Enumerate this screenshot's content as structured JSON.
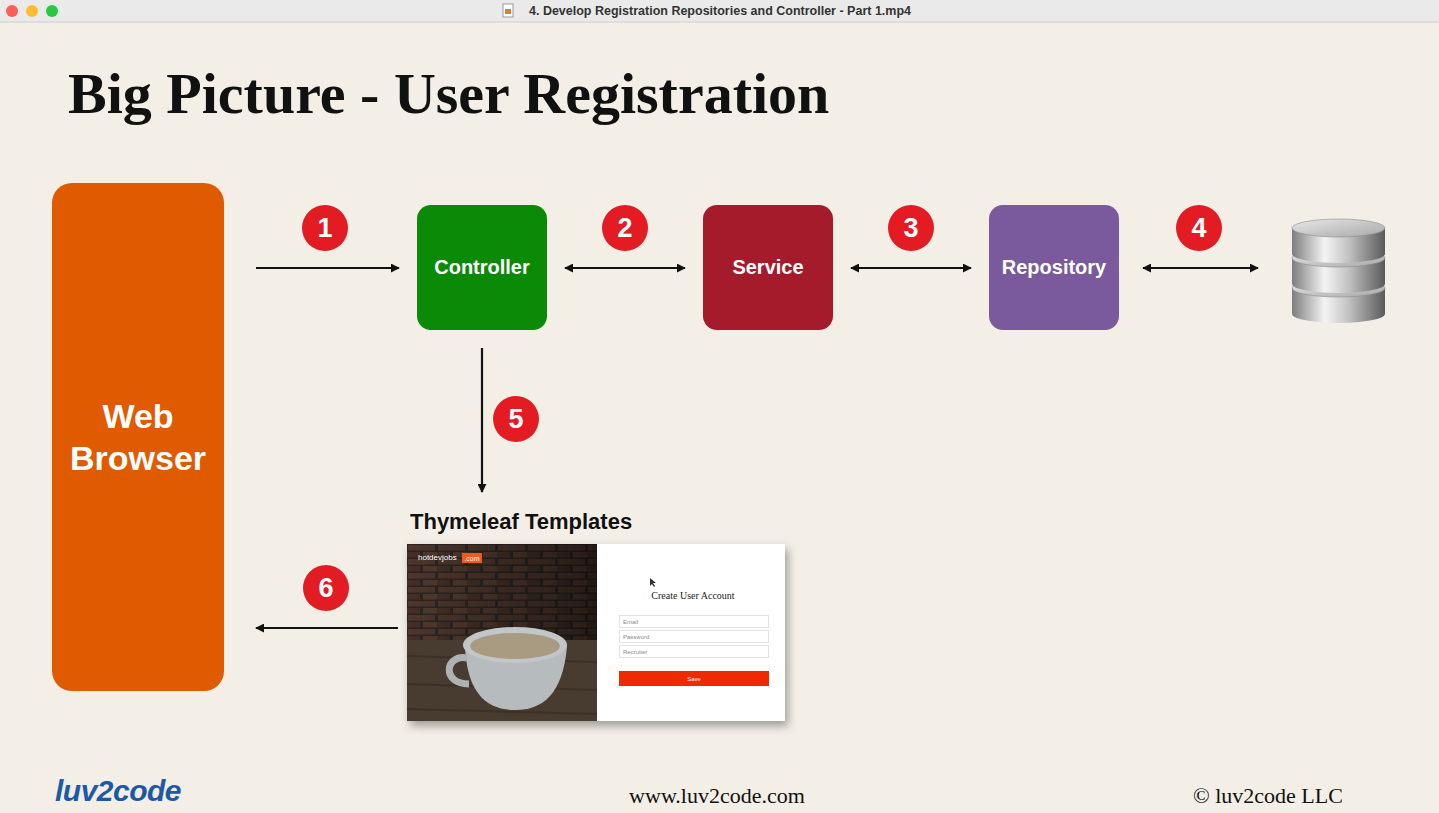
{
  "diagram": {
    "title": "Big Picture - User Registration",
    "nodes": [
      {
        "text": [
          "Web Browser"
        ]
      },
      {
        "text": [
          "Controller"
        ]
      },
      {
        "text": [
          "Service"
        ]
      },
      {
        "text": [
          "Repository"
        ]
      },
      {
        "text": [
          "Thymeleaf Templates"
        ]
      },
      {
        "text": [
          ".com"
        ],
        "in": 4
      },
      {
        "text": [
          "Email"
        ],
        "in": 4
      },
      {
        "text": [
          "Password"
        ],
        "in": 4
      },
      {
        "text": [
          "Recruiter"
        ],
        "in": 4
      },
      {
        "text": [
          "Save"
        ],
        "in": 4
      }
    ],
    "edges": [
      {
        "from": 0,
        "to": 1,
        "arrow": "to"
      },
      {
        "from": 1,
        "to": 2,
        "arrow": "both"
      },
      {
        "from": 2,
        "to": 3,
        "arrow": "both"
      },
      {
        "from": 1,
        "to": 4,
        "arrow": "to"
      },
      {
        "from": 4,
        "to": 0,
        "arrow": "to"
      }
    ],
    "labels": [
      "4. Develop Registration Repositories and Controller - Part 1.mp4",
      "1",
      "2",
      "3",
      "4",
      "5",
      "6",
      "hotdevjobs",
      "Create User Account",
      "luv2code",
      "www.luv2code.com",
      "© luv2code LLC"
    ]
  }
}
